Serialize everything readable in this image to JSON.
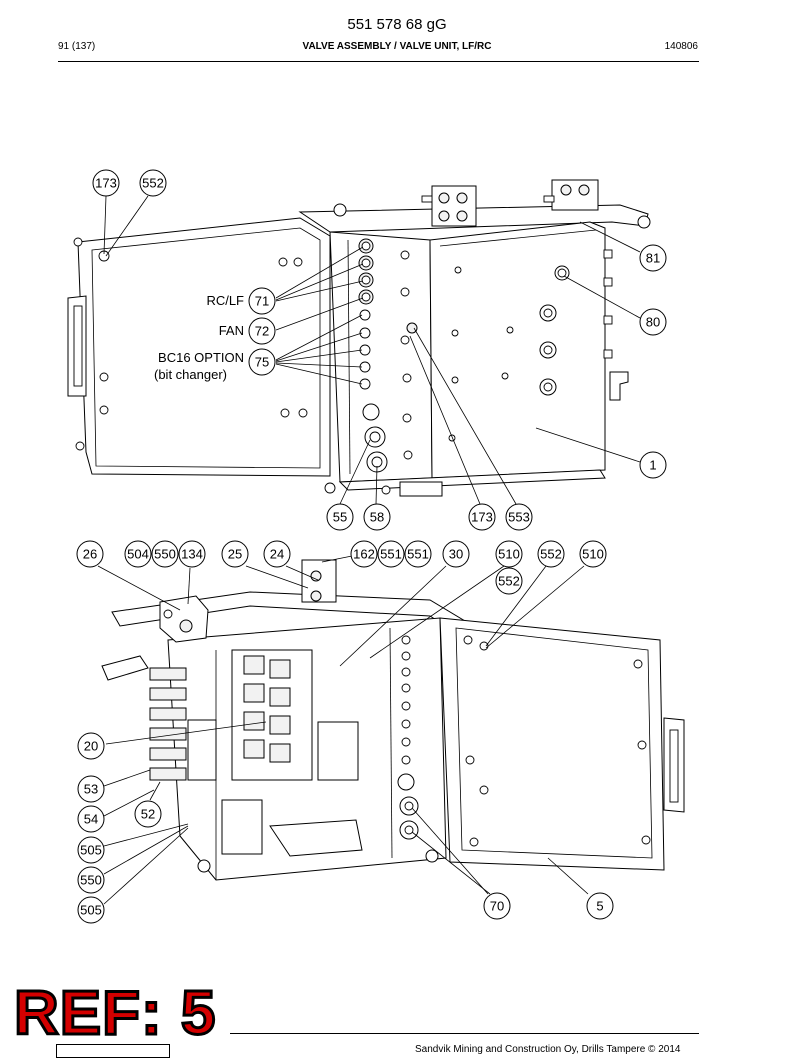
{
  "header": {
    "doc_number": "551 578 68 gG",
    "page": "91 (137)",
    "title": "VALVE ASSEMBLY / VALVE UNIT, LF/RC",
    "date": "140806"
  },
  "labels": {
    "rclf": "RC/LF",
    "fan": "FAN",
    "bc16": "BC16 OPTION",
    "bit_changer": "(bit changer)"
  },
  "callouts_top": [
    "173",
    "552",
    "81",
    "80",
    "71",
    "72",
    "75",
    "1",
    "55",
    "58",
    "173",
    "553"
  ],
  "callouts_bottom": [
    "26",
    "504",
    "550",
    "134",
    "25",
    "24",
    "162",
    "551",
    "551",
    "30",
    "510",
    "552",
    "510",
    "552",
    "20",
    "53",
    "54",
    "52",
    "505",
    "550",
    "505",
    "70",
    "5"
  ],
  "stamp": "REF: 5",
  "footer": {
    "copyright": "Sandvik Mining and Construction Oy, Drills Tampere © 2014"
  }
}
